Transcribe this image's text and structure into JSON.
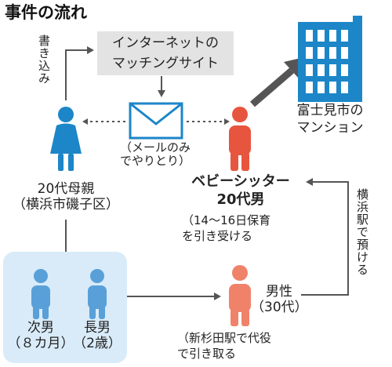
{
  "title": "事件の流れ",
  "steps": {
    "write_post": "書き込み",
    "via_email": "（メールのみ\nでやりとり）",
    "station_handover": "横浜駅で預ける"
  },
  "matching_site": {
    "label": "インターネットの\nマッチングサイト"
  },
  "mother": {
    "label": "20代母親\n（横浜市磯子区）"
  },
  "babysitter": {
    "title": "ベビーシッター",
    "subtitle": "20代男",
    "note": "（14～16日保育\nを引き受ける"
  },
  "apartment": {
    "label": "富士見市の\nマンション"
  },
  "children": [
    {
      "label": "次男\n（８カ月）"
    },
    {
      "label": "長男\n（2歳）"
    }
  ],
  "man": {
    "label": "男性\n（30代）",
    "note": "（新杉田駅で代役\nで引き取る"
  },
  "colors": {
    "mother_blue": "#1c86c8",
    "child_blue": "#5aa0d8",
    "sitter_red": "#e8553e",
    "man_salmon": "#f0826a",
    "building_blue": "#1c86c8",
    "arrow_gray": "#555555",
    "box_gray": "#e3e3e3",
    "children_bg": "#d9ebf8"
  },
  "icons": [
    "person-icon",
    "envelope-icon",
    "building-icon"
  ]
}
